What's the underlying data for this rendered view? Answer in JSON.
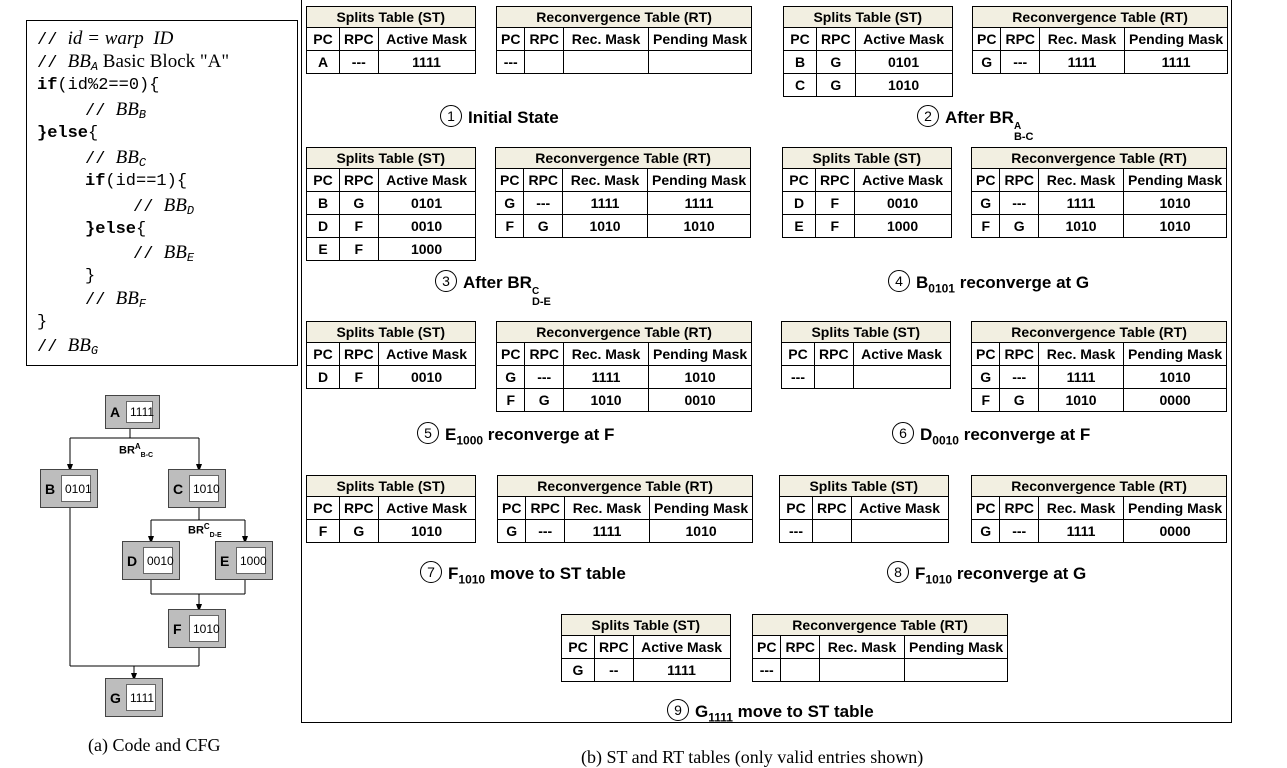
{
  "code": {
    "l1_comment": "// ",
    "l1_a": "id",
    "l1_b": " = ",
    "l1_c": "warp  ID",
    "l2_comment": "// ",
    "l2_a": "BB",
    "l2_sub": "A",
    "l2_b": " Basic Block \"A\"",
    "l3_kw": "if",
    "l3_rest": "(id%2==0){",
    "l4": "// ",
    "l4_bb": "BB",
    "l4_sub": "B",
    "l5_kw": "}else",
    "l5_rest": "{",
    "l6": "// ",
    "l6_bb": "BB",
    "l6_sub": "C",
    "l7_kw": "if",
    "l7_rest": "(id==1){",
    "l8": "// ",
    "l8_bb": "BB",
    "l8_sub": "D",
    "l9_kw": "}else",
    "l9_rest": "{",
    "l10": "// ",
    "l10_bb": "BB",
    "l10_sub": "E",
    "l11": "}",
    "l12": "// ",
    "l12_bb": "BB",
    "l12_sub": "F",
    "l13": "}",
    "l14": "// ",
    "l14_bb": "BB",
    "l14_sub": "G"
  },
  "cfg": {
    "nodes": {
      "A": {
        "label": "A",
        "mask": "1111"
      },
      "B": {
        "label": "B",
        "mask": "0101"
      },
      "C": {
        "label": "C",
        "mask": "1010"
      },
      "D": {
        "label": "D",
        "mask": "0010"
      },
      "E": {
        "label": "E",
        "mask": "1000"
      },
      "F": {
        "label": "F",
        "mask": "1010"
      },
      "G": {
        "label": "G",
        "mask": "1111"
      }
    },
    "br1": {
      "base": "BR",
      "sup": "A",
      "sub": "B-C"
    },
    "br2": {
      "base": "BR",
      "sup": "C",
      "sub": "D-E"
    }
  },
  "captions": {
    "a": "(a) Code and CFG",
    "b": "(b) ST and RT tables (only valid entries shown)"
  },
  "headers": {
    "st_title": "Splits Table (ST)",
    "rt_title": "Reconvergence Table (RT)",
    "pc": "PC",
    "rpc": "RPC",
    "active_mask": "Active Mask",
    "rec_mask": "Rec. Mask",
    "pending_mask": "Pending Mask"
  },
  "steps": [
    {
      "num": "1",
      "title": "Initial State",
      "title_sub": "",
      "title_sup": "",
      "title_rest": "",
      "st": [
        [
          "A",
          "---",
          "1111"
        ]
      ],
      "rt": [
        [
          "---",
          "",
          "",
          ""
        ]
      ]
    },
    {
      "num": "2",
      "title": "After BR",
      "title_sub": "B-C",
      "title_sup": "A",
      "title_rest": "",
      "st": [
        [
          "B",
          "G",
          "0101"
        ],
        [
          "C",
          "G",
          "1010"
        ]
      ],
      "rt": [
        [
          "G",
          "---",
          "1111",
          "1111"
        ]
      ]
    },
    {
      "num": "3",
      "title": "After BR",
      "title_sub": "D-E",
      "title_sup": "C",
      "title_rest": "",
      "st": [
        [
          "B",
          "G",
          "0101"
        ],
        [
          "D",
          "F",
          "0010"
        ],
        [
          "E",
          "F",
          "1000"
        ]
      ],
      "rt": [
        [
          "G",
          "---",
          "1111",
          "1111"
        ],
        [
          "F",
          "G",
          "1010",
          "1010"
        ]
      ]
    },
    {
      "num": "4",
      "title": "B",
      "title_sub": "0101",
      "title_sup": "",
      "title_rest": " reconverge at G",
      "st": [
        [
          "D",
          "F",
          "0010"
        ],
        [
          "E",
          "F",
          "1000"
        ]
      ],
      "rt": [
        [
          "G",
          "---",
          "1111",
          "1010"
        ],
        [
          "F",
          "G",
          "1010",
          "1010"
        ]
      ]
    },
    {
      "num": "5",
      "title": "E",
      "title_sub": "1000",
      "title_sup": "",
      "title_rest": " reconverge at F",
      "st": [
        [
          "D",
          "F",
          "0010"
        ]
      ],
      "rt": [
        [
          "G",
          "---",
          "1111",
          "1010"
        ],
        [
          "F",
          "G",
          "1010",
          "0010"
        ]
      ]
    },
    {
      "num": "6",
      "title": "D",
      "title_sub": "0010",
      "title_sup": "",
      "title_rest": " reconverge at F",
      "st": [
        [
          "---",
          "",
          ""
        ]
      ],
      "rt": [
        [
          "G",
          "---",
          "1111",
          "1010"
        ],
        [
          "F",
          "G",
          "1010",
          "0000"
        ]
      ]
    },
    {
      "num": "7",
      "title": "F",
      "title_sub": "1010",
      "title_sup": "",
      "title_rest": " move to ST table",
      "st": [
        [
          "F",
          "G",
          "1010"
        ]
      ],
      "rt": [
        [
          "G",
          "---",
          "1111",
          "1010"
        ]
      ]
    },
    {
      "num": "8",
      "title": "F",
      "title_sub": "1010",
      "title_sup": "",
      "title_rest": " reconverge at G",
      "st": [
        [
          "---",
          "",
          ""
        ]
      ],
      "rt": [
        [
          "G",
          "---",
          "1111",
          "0000"
        ]
      ]
    },
    {
      "num": "9",
      "title": "G",
      "title_sub": "1111",
      "title_sup": "",
      "title_rest": " move to ST table",
      "st": [
        [
          "G",
          "--",
          "1111"
        ]
      ],
      "rt": [
        [
          "---",
          "",
          "",
          ""
        ]
      ]
    }
  ]
}
